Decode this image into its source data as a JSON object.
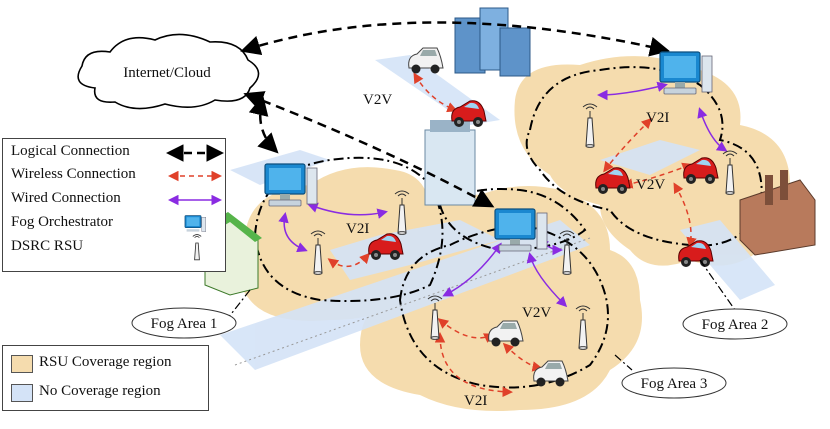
{
  "nodes": {
    "cloud": "Internet/Cloud",
    "fog_area_1": "Fog Area 1",
    "fog_area_2": "Fog Area 2",
    "fog_area_3": "Fog Area 3"
  },
  "link_labels": {
    "v2v_top": "V2V",
    "v2i_left": "V2I",
    "v2i_right": "V2I",
    "v2v_right": "V2V",
    "v2v_bottom": "V2V",
    "v2i_bottom": "V2I"
  },
  "legend": {
    "logical": "Logical Connection",
    "wireless": "Wireless Connection",
    "wired": "Wired Connection",
    "fog_orchestrator": "Fog Orchestrator",
    "dsrc_rsu": "DSRC RSU"
  },
  "coverage_legend": {
    "rsu": "RSU Coverage region",
    "none": "No Coverage region"
  },
  "colors": {
    "rsu_coverage": "#f5dcae",
    "no_coverage": "#d4e3f7",
    "logical": "#000000",
    "wireless": "#e0412a",
    "wired": "#8a2be2",
    "car": "#d81c1c",
    "monitor": "#1a88d0"
  },
  "icons": [
    "cloud-icon",
    "fog-orchestrator-icon",
    "dsrc-rsu-icon",
    "car-icon",
    "building-icon",
    "factory-icon",
    "house-icon"
  ]
}
